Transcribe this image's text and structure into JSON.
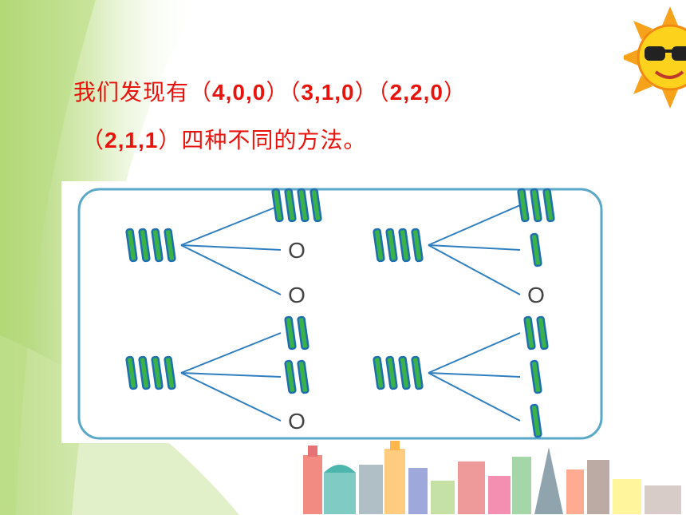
{
  "slide": {
    "line1": {
      "prefix": "我们发现有",
      "g1_open": "（",
      "g1": "4,0,0",
      "g1_close": "）",
      "g2_open": "（",
      "g2": "3,1,0",
      "g2_close": "）",
      "g3_open": "（",
      "g3": "2,2,0",
      "g3_close": "）"
    },
    "line2": {
      "g4_open": "（",
      "g4": "2,1,1",
      "g4_close": "）",
      "suffix": "四种不同的方法。"
    }
  },
  "diagram": {
    "zero_glyph": "O",
    "colors": {
      "border": "#5aa8c8",
      "stick_fill": "#39b24a",
      "stick_edge": "#1f6fb0",
      "line": "#2f7fc0"
    },
    "groups": [
      {
        "source": 4,
        "parts": [
          4,
          0,
          0
        ]
      },
      {
        "source": 4,
        "parts": [
          3,
          1,
          0
        ]
      },
      {
        "source": 4,
        "parts": [
          2,
          2,
          0
        ]
      },
      {
        "source": 4,
        "parts": [
          2,
          1,
          1
        ]
      }
    ]
  },
  "decor": {
    "text_color": "#e8130c",
    "icons": [
      "sun-sunglasses-icon",
      "city-skyline-icon"
    ]
  }
}
